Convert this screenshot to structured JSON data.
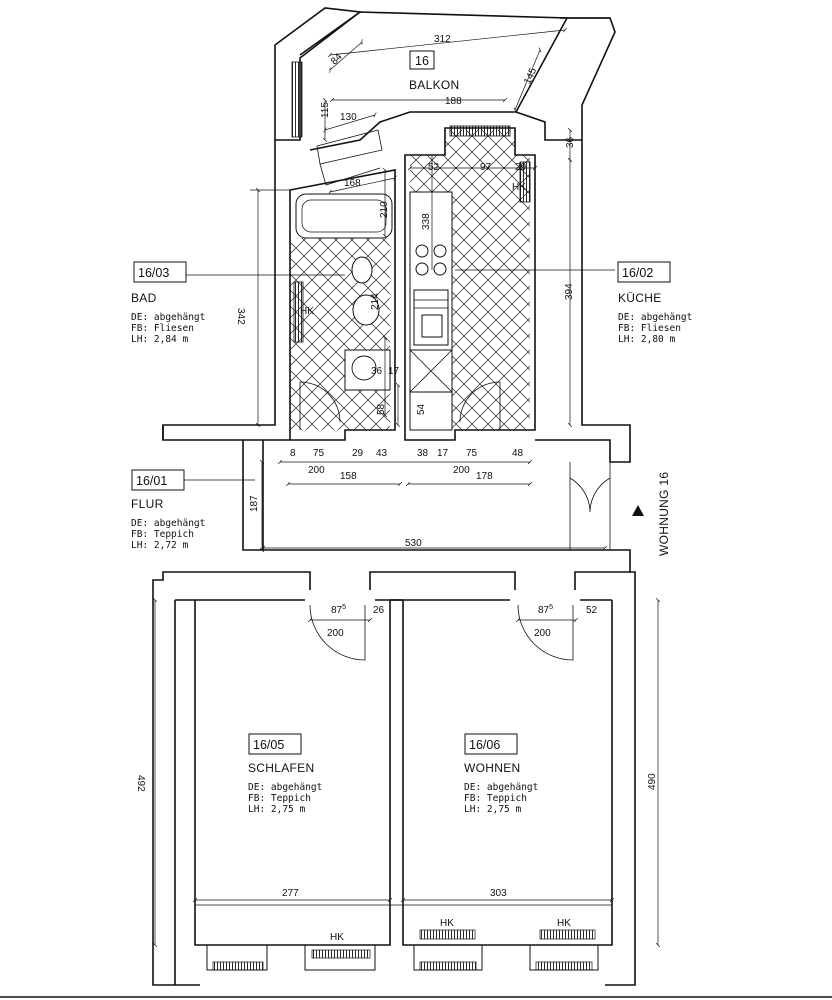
{
  "apartment_label": "WOHNUNG 16",
  "rooms": [
    {
      "id": "balkon",
      "number": "16",
      "name": "BALKON",
      "info": []
    },
    {
      "id": "bad",
      "number": "16/03",
      "name": "BAD",
      "info": [
        "DE: abgehängt",
        "FB: Fliesen",
        "LH: 2,84 m"
      ]
    },
    {
      "id": "kueche",
      "number": "16/02",
      "name": "KÜCHE",
      "info": [
        "DE: abgehängt",
        "FB: Fliesen",
        "LH: 2,80 m"
      ]
    },
    {
      "id": "flur",
      "number": "16/01",
      "name": "FLUR",
      "info": [
        "DE: abgehängt",
        "FB: Teppich",
        "LH: 2,72 m"
      ]
    },
    {
      "id": "schlafen",
      "number": "16/05",
      "name": "SCHLAFEN",
      "info": [
        "DE: abgehängt",
        "FB: Teppich",
        "LH: 2,75 m"
      ]
    },
    {
      "id": "wohnen",
      "number": "16/06",
      "name": "WOHNEN",
      "info": [
        "DE: abgehängt",
        "FB: Teppich",
        "LH: 2,75 m"
      ]
    }
  ],
  "fixtures": {
    "heater": "HK"
  },
  "dimensions": {
    "balkon_top": "312",
    "balkon_inner": "188",
    "balkon_right": "145",
    "balkon_diag": "84",
    "balkon_left": "115",
    "balkon_130": "130",
    "bad_168": "168",
    "bad_210": "210",
    "k_338": "338",
    "k_52": "52",
    "k_97": "97",
    "k_29": "29",
    "k_36": "36",
    "kueche_h": "394",
    "bad_h": "342",
    "wc_214": "214",
    "d_36": "36",
    "d_17": "17",
    "d_58": "58",
    "d_54": "54",
    "f_8": "8",
    "f_75a": "75",
    "f_29": "29",
    "f_43": "43",
    "f_38": "38",
    "f_17": "17",
    "f_75b": "75",
    "f_48": "48",
    "f_200a": "200",
    "f_158": "158",
    "f_200b": "200",
    "f_178": "178",
    "flur_h": "187",
    "flur_w": "530",
    "s_875": "87",
    "s_sup": "5",
    "s_26": "26",
    "s_200": "200",
    "w_875": "87",
    "w_sup": "5",
    "w_52": "52",
    "w_200": "200",
    "schlafen_h": "492",
    "wohnen_h": "490",
    "schlafen_w": "277",
    "wohnen_w": "303"
  }
}
